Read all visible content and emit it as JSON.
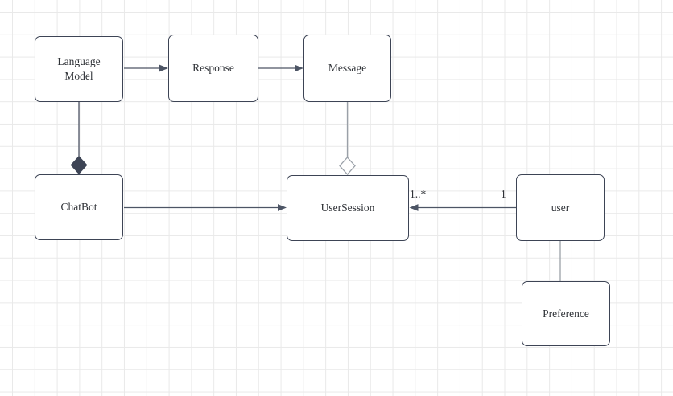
{
  "diagram": {
    "nodes": [
      {
        "label": "Language\nModel"
      },
      {
        "label": "Response"
      },
      {
        "label": "Message"
      },
      {
        "label": "ChatBot"
      },
      {
        "label": "UserSession"
      },
      {
        "label": "user"
      },
      {
        "label": "Preference"
      }
    ],
    "multiplicities": [
      {
        "text": "1..*"
      },
      {
        "text": "1"
      }
    ],
    "colors": {
      "canvas_bg": "#ffffff",
      "grid_line": "#e9e9e9",
      "node_fill": "#ffffff",
      "node_border": "#3d4455",
      "edge_dark": "#4d5565",
      "edge_light": "#9aa0a8",
      "text": "#2f3237"
    }
  }
}
